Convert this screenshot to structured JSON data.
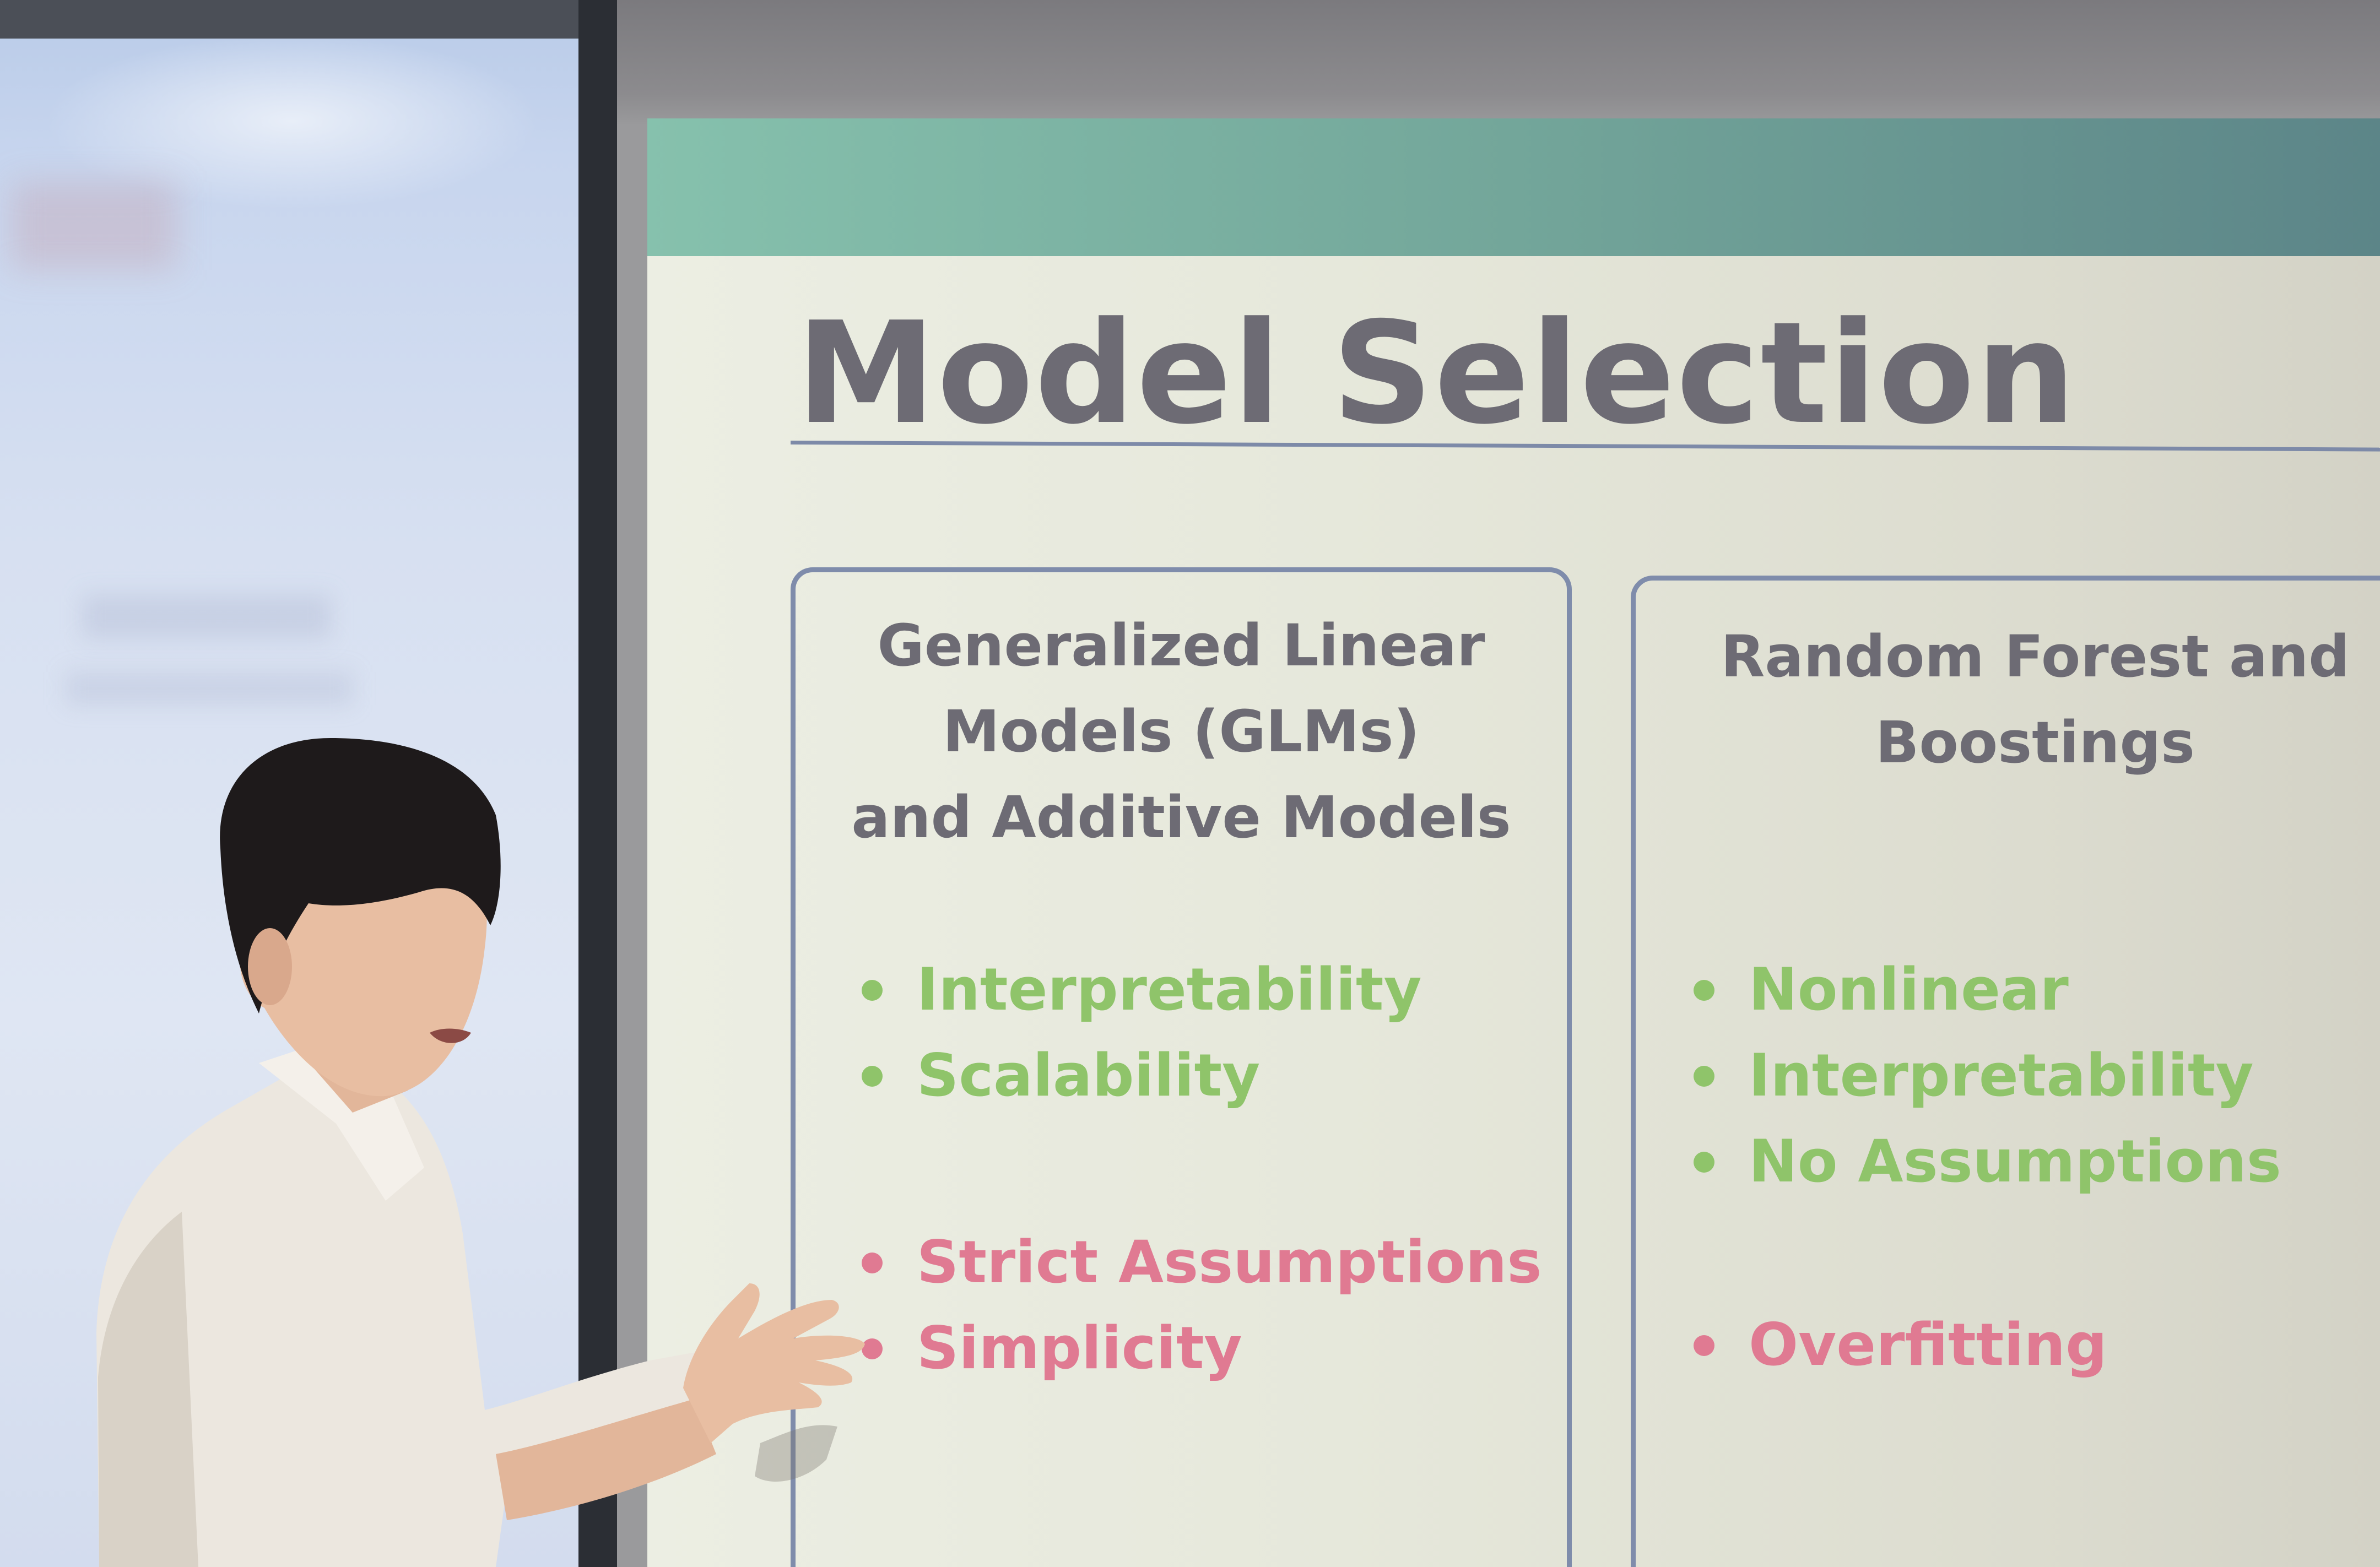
{
  "slide": {
    "title": "Model Selection",
    "left_card": {
      "heading_lines": [
        "Generalized Linear",
        "Models (GLMs)",
        "and Additive Models"
      ],
      "pros": [
        "Interpretability",
        "Scalability"
      ],
      "cons": [
        "Strict Assumptions",
        "Simplicity"
      ]
    },
    "right_card": {
      "heading_lines": [
        "Random Forest and",
        "Boostings"
      ],
      "pros": [
        "Nonlinear",
        "Interpretability",
        "No Assumptions"
      ],
      "cons": [
        "Overfitting"
      ]
    }
  },
  "colors": {
    "pro_bullet": "#8fc46a",
    "con_bullet": "#e07a92",
    "heading_text": "#6d6b74",
    "card_border": "#7f8cab",
    "top_band": "#73a69a"
  }
}
